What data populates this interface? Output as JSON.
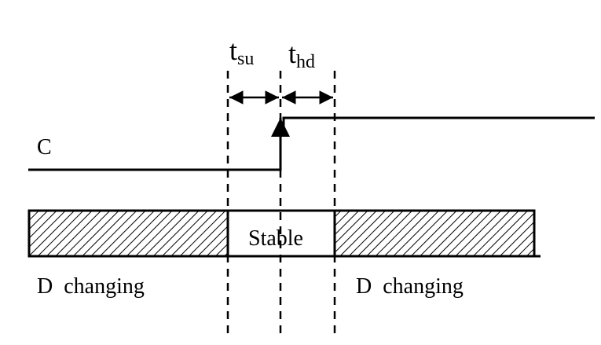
{
  "labels": {
    "clock": "C",
    "stable": "Stable",
    "changing_left": "D  changing",
    "changing_right": "D  changing"
  },
  "timing": {
    "setup": {
      "base": "t",
      "sub": "su"
    },
    "hold": {
      "base": "t",
      "sub": "hd"
    }
  },
  "colors": {
    "line": "#000000",
    "background": "#ffffff"
  }
}
